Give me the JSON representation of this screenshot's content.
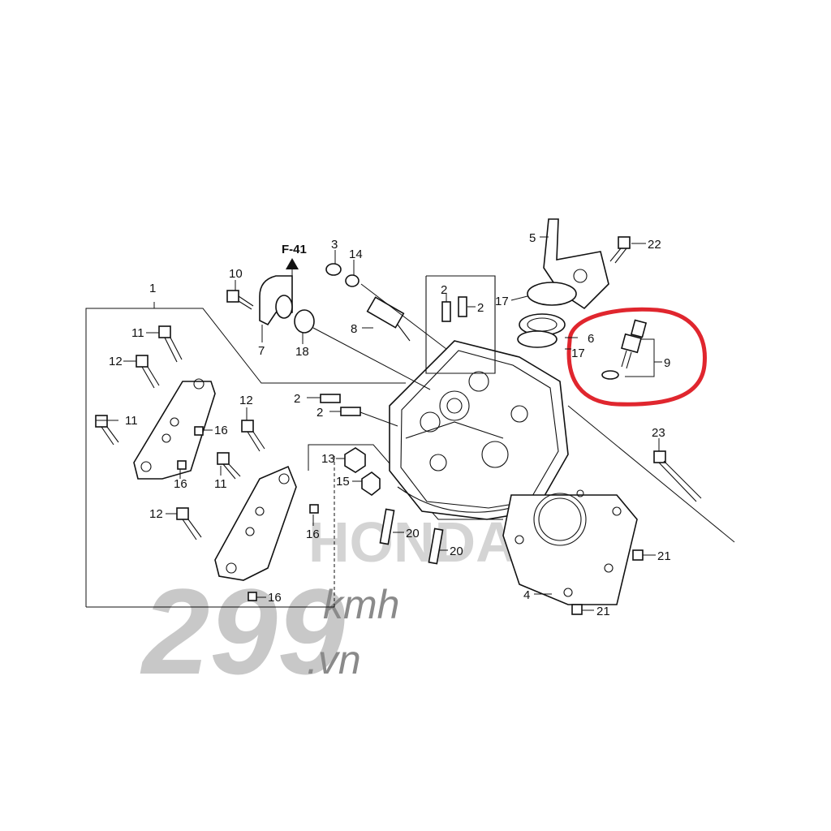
{
  "reference_label": "F-41",
  "watermark": {
    "number": "299",
    "unit": "kmh",
    "domain": ".vn",
    "brand": "HONDA"
  },
  "callouts": {
    "c1": "1",
    "c2a": "2",
    "c2b": "2",
    "c2c": "2",
    "c2d": "2",
    "c3": "3",
    "c4": "4",
    "c5": "5",
    "c6": "6",
    "c7": "7",
    "c8": "8",
    "c9": "9",
    "c10": "10",
    "c11a": "11",
    "c11b": "11",
    "c11c": "11",
    "c12a": "12",
    "c12b": "12",
    "c12c": "12",
    "c13": "13",
    "c14": "14",
    "c15": "15",
    "c16a": "16",
    "c16b": "16",
    "c16c": "16",
    "c16d": "16",
    "c17a": "17",
    "c17b": "17",
    "c18": "18",
    "c20a": "20",
    "c20b": "20",
    "c21a": "21",
    "c21b": "21",
    "c22": "22",
    "c23": "23"
  },
  "highlight_color": "#e0262e"
}
